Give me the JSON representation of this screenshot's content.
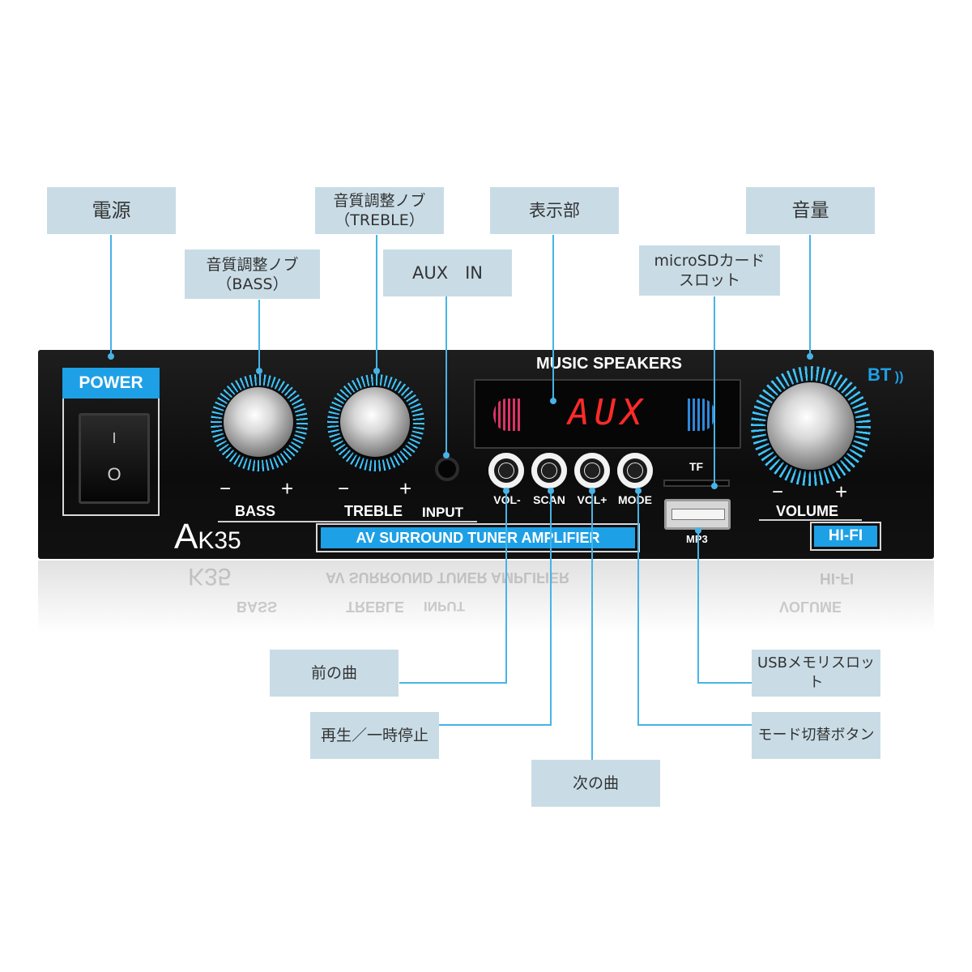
{
  "callouts": {
    "power": "電源",
    "bass_line1": "音質調整ノブ",
    "bass_line2": "（BASS）",
    "treble_line1": "音質調整ノブ",
    "treble_line2": "（TREBLE）",
    "aux_in": "AUX　IN",
    "display": "表示部",
    "microsd_line1": "microSDカード",
    "microsd_line2": "スロット",
    "volume": "音量",
    "prev_track": "前の曲",
    "play_pause": "再生／一時停止",
    "next_track": "次の曲",
    "usb_slot": "USBメモリスロット",
    "mode_button": "モード切替ボタン"
  },
  "panel": {
    "power_label": "POWER",
    "switch_on": "I",
    "switch_off": "O",
    "bass_minus": "−",
    "bass_plus": "+",
    "bass_label": "BASS",
    "treble_minus": "−",
    "treble_plus": "+",
    "treble_label": "TREBLE",
    "input_label": "INPUT",
    "model_a": "A",
    "model_rest": "K35",
    "banner": "AV SURROUND TUNER AMPLIFIER",
    "music_speakers": "MUSIC SPEAKERS",
    "display_text": "AUX",
    "buttons": [
      "VOL-",
      "SCAN",
      "VOL+",
      "MODE"
    ],
    "tf_label": "TF",
    "mp3_label": "MP3",
    "bt_label": "BT",
    "volume_minus": "−",
    "volume_plus": "+",
    "volume_label": "VOLUME",
    "hifi": "HI-FI"
  },
  "colors": {
    "callout_bg": "#c9dce6",
    "leader_line": "#47b3e6",
    "accent_blue": "#1ea0e6",
    "display_red": "#ff2a2a"
  }
}
